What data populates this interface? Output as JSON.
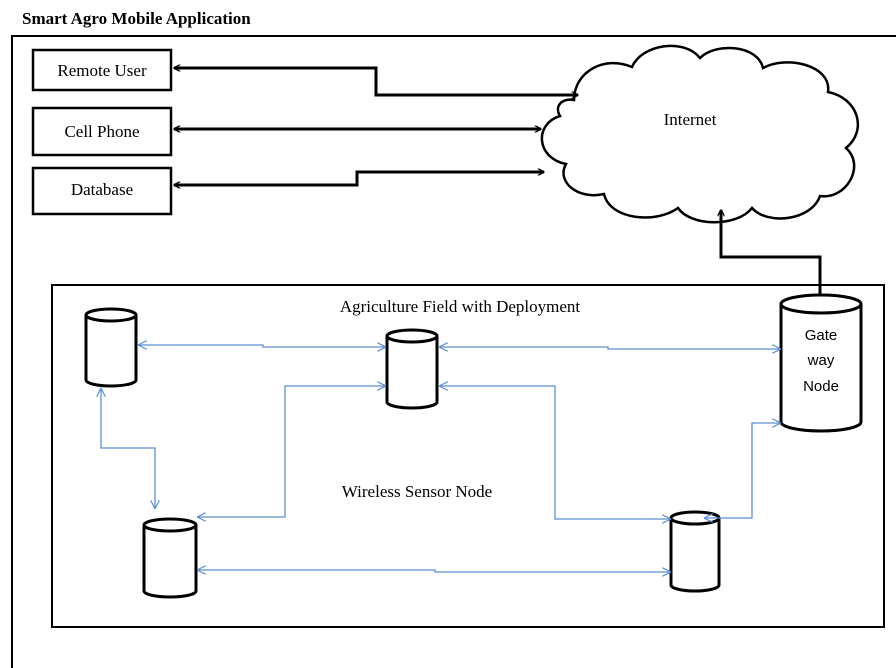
{
  "title": "Smart Agro Mobile Application",
  "entities": {
    "remote_user": "Remote User",
    "cell_phone": "Cell Phone",
    "database": "Database",
    "internet": "Internet"
  },
  "field": {
    "title": "Agriculture Field with Deployment",
    "sensor_label": "Wireless Sensor Node",
    "gateway_lines": [
      "Gate",
      "way",
      "Node"
    ]
  },
  "colors": {
    "line": "#000000",
    "wireless_link": "#5b8fd1"
  }
}
